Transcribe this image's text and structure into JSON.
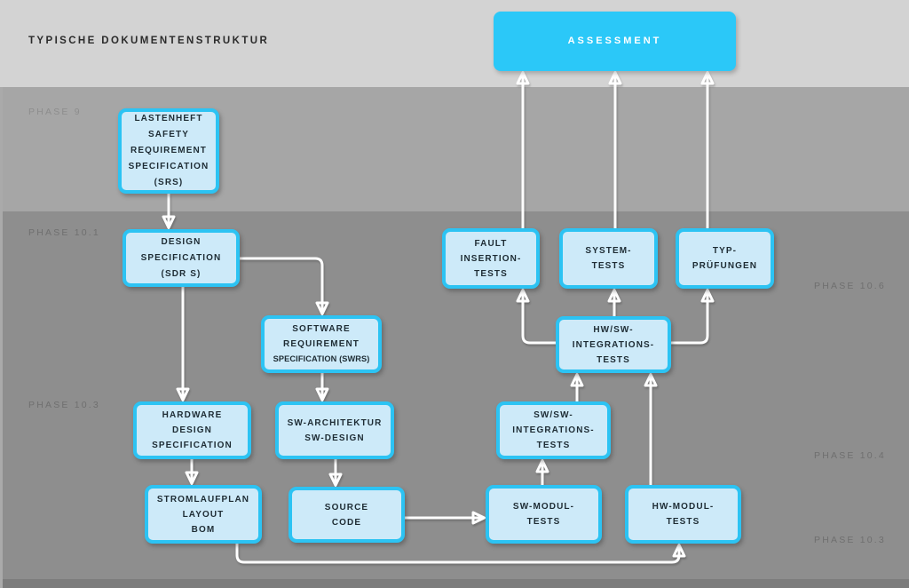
{
  "title": "TYPISCHE DOKUMENTENSTRUKTUR",
  "assessment": {
    "label": "ASSESSMENT"
  },
  "phases": {
    "left": [
      {
        "label": "PHASE 9"
      },
      {
        "label": "PHASE 10.1"
      },
      {
        "label": "PHASE 10.3"
      }
    ],
    "right": [
      {
        "label": "PHASE 10.6"
      },
      {
        "label": "PHASE 10.4"
      },
      {
        "label": "PHASE 10.3"
      }
    ]
  },
  "nodes": {
    "srs": {
      "lines": [
        "LASTENHEFT",
        "SAFETY",
        "REQUIREMENT",
        "SPECIFICATION",
        "(SRS)"
      ]
    },
    "sdrs": {
      "lines": [
        "DESIGN",
        "SPECIFICATION",
        "(SDR S)"
      ]
    },
    "swrs": {
      "lines": [
        "SOFTWARE",
        "REQUIREMENT",
        "SPECIFICATION (SWRS)"
      ]
    },
    "fault": {
      "lines": [
        "FAULT",
        "INSERTION-",
        "TESTS"
      ]
    },
    "system": {
      "lines": [
        "SYSTEM-",
        "TESTS"
      ]
    },
    "typ": {
      "lines": [
        "TYP-",
        "PRÜFUNGEN"
      ]
    },
    "hwsw": {
      "lines": [
        "HW/SW-",
        "INTEGRATIONS-",
        "TESTS"
      ]
    },
    "hwdesign": {
      "lines": [
        "HARDWARE",
        "DESIGN",
        "SPECIFICATION"
      ]
    },
    "swarch": {
      "lines": [
        "SW-ARCHITEKTUR",
        "SW-DESIGN"
      ]
    },
    "swsw": {
      "lines": [
        "SW/SW-",
        "INTEGRATIONS-",
        "TESTS"
      ]
    },
    "strom": {
      "lines": [
        "STROMLAUFPLAN",
        "LAYOUT",
        "BOM"
      ]
    },
    "source": {
      "lines": [
        "SOURCE",
        "CODE"
      ]
    },
    "swmodul": {
      "lines": [
        "SW-MODUL-",
        "TESTS"
      ]
    },
    "hwmodul": {
      "lines": [
        "HW-MODUL-",
        "TESTS"
      ]
    }
  },
  "connectors": [
    {
      "from": "srs",
      "to": "sdrs"
    },
    {
      "from": "sdrs",
      "to": "hwdesign"
    },
    {
      "from": "sdrs",
      "to": "swrs"
    },
    {
      "from": "swrs",
      "to": "swarch"
    },
    {
      "from": "hwdesign",
      "to": "strom"
    },
    {
      "from": "swarch",
      "to": "source"
    },
    {
      "from": "source",
      "to": "swmodul"
    },
    {
      "from": "strom",
      "to": "hwmodul"
    },
    {
      "from": "swmodul",
      "to": "swsw"
    },
    {
      "from": "swsw",
      "to": "hwsw"
    },
    {
      "from": "hwmodul",
      "to": "hwsw"
    },
    {
      "from": "hwsw",
      "to": "fault"
    },
    {
      "from": "hwsw",
      "to": "system"
    },
    {
      "from": "hwsw",
      "to": "typ"
    },
    {
      "from": "fault",
      "to": "assessment"
    },
    {
      "from": "system",
      "to": "assessment"
    },
    {
      "from": "typ",
      "to": "assessment"
    }
  ],
  "colors": {
    "band_top": "#d3d3d3",
    "band_phase9": "#a6a6a6",
    "band_main": "#8e8e8e",
    "node_fill": "#cdeaf9",
    "node_border": "#2cc3f3",
    "assessment_fill": "#2bc8f8",
    "wire": "#ffffff",
    "arrowhead": "#f3a71d"
  }
}
